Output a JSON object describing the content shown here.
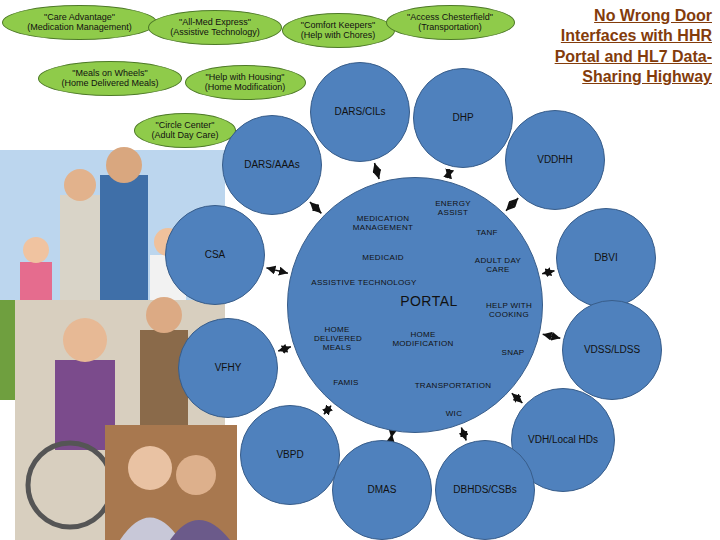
{
  "diagram": {
    "title": "No Wrong Door Interfaces with HHR Portal and HL7 Data-Sharing Highway",
    "nodes": [
      {
        "text": [
          "\"Care Advantage\"",
          "(Medication Management)"
        ]
      },
      {
        "text": [
          "\"All-Med Express\"",
          "(Assistive Technology)"
        ]
      },
      {
        "text": [
          "\"Comfort Keepers\"",
          "(Help with Chores)"
        ]
      },
      {
        "text": [
          "\"Access Chesterfield\"",
          "(Transportation)"
        ]
      },
      {
        "text": [
          "\"Meals on Wheels\"",
          "(Home Delivered Meals)"
        ]
      },
      {
        "text": [
          "\"Help with Housing\"",
          "(Home Modification)"
        ]
      },
      {
        "text": [
          "\"Circle Center\"",
          "(Adult Day Care)"
        ]
      },
      {
        "text": [
          "DARS/CILs"
        ]
      },
      {
        "text": [
          "DHP"
        ]
      },
      {
        "text": [
          "VDDHH"
        ]
      },
      {
        "text": [
          "DARS/AAAs"
        ]
      },
      {
        "text": [
          "PORTAL",
          "MEDICATION MANAGEMENT",
          "ENERGY ASSIST",
          "TANF",
          "MEDICAID",
          "ADULT DAY CARE",
          "ASSISTIVE TECHNOLOGY",
          "HELP WITH COOKING",
          "HOME DELIVERED MEALS",
          "HOME MODIFICATION",
          "SNAP",
          "FAMIS",
          "TRANSPORTATION",
          "WIC"
        ]
      },
      {
        "text": [
          "DBVI"
        ]
      },
      {
        "text": [
          "CSA"
        ]
      },
      {
        "text": [
          "VDSS/LDSS"
        ]
      },
      {
        "text": [
          "VFHY"
        ]
      },
      {
        "text": [
          "VDH/Local HDs"
        ]
      },
      {
        "text": [
          "VBPD"
        ]
      },
      {
        "text": [
          "DMAS"
        ]
      },
      {
        "text": [
          "DBHDS/CSBs"
        ]
      }
    ],
    "edges": [
      {
        "from": 11,
        "to": 7,
        "arrow": "both"
      },
      {
        "from": 11,
        "to": 8,
        "arrow": "both"
      },
      {
        "from": 11,
        "to": 9,
        "arrow": "both"
      },
      {
        "from": 11,
        "to": 10,
        "arrow": "both"
      },
      {
        "from": 11,
        "to": 12,
        "arrow": "both"
      },
      {
        "from": 11,
        "to": 13,
        "arrow": "both"
      },
      {
        "from": 11,
        "to": 14,
        "arrow": "both"
      },
      {
        "from": 11,
        "to": 15,
        "arrow": "both"
      },
      {
        "from": 11,
        "to": 16,
        "arrow": "both"
      },
      {
        "from": 11,
        "to": 17,
        "arrow": "both"
      },
      {
        "from": 11,
        "to": 18,
        "arrow": "both"
      },
      {
        "from": 11,
        "to": 19,
        "arrow": "both"
      }
    ]
  }
}
